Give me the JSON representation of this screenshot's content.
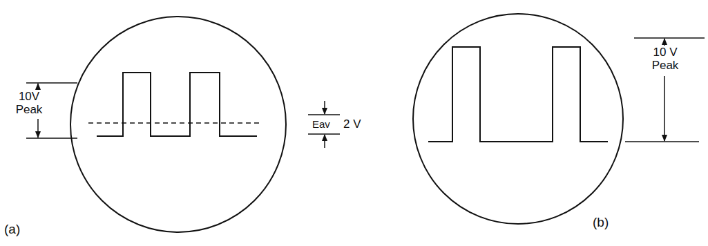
{
  "diagram": {
    "labels": [
      "10V Peak",
      "Eav",
      "2 V",
      "(a)",
      "10 V Peak",
      "(b)"
    ]
  }
}
